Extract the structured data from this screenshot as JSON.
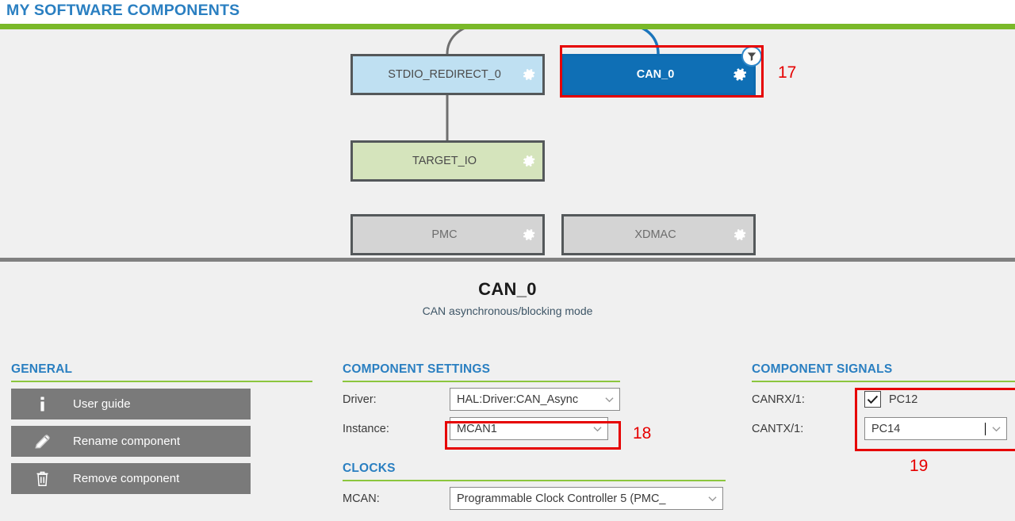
{
  "header": {
    "title": "MY SOFTWARE COMPONENTS",
    "rule_color": "#7ab929",
    "title_color": "#2a7fc1"
  },
  "canvas": {
    "blocks": [
      {
        "id": "stdio",
        "label": "STDIO_REDIRECT_0",
        "icon": "gear-icon",
        "state": "normal",
        "fill": "#bfe0f2"
      },
      {
        "id": "can0",
        "label": "CAN_0",
        "icon": "gear-icon",
        "state": "selected",
        "fill": "#0f6fb5",
        "badge": "filter-icon"
      },
      {
        "id": "target",
        "label": "TARGET_IO",
        "icon": "gear-icon",
        "state": "normal",
        "fill": "#d5e4bc"
      },
      {
        "id": "pmc",
        "label": "PMC",
        "icon": "gear-icon",
        "state": "disabled",
        "fill": "#d4d4d4"
      },
      {
        "id": "xdmac",
        "label": "XDMAC",
        "icon": "gear-icon",
        "state": "disabled",
        "fill": "#d4d4d4"
      }
    ]
  },
  "component": {
    "name": "CAN_0",
    "description": "CAN asynchronous/blocking mode"
  },
  "general": {
    "title": "GENERAL",
    "buttons": [
      {
        "label": "User guide",
        "icon": "info-icon"
      },
      {
        "label": "Rename component",
        "icon": "pencil-icon"
      },
      {
        "label": "Remove component",
        "icon": "trash-icon"
      }
    ]
  },
  "component_settings": {
    "title": "COMPONENT SETTINGS",
    "rows": [
      {
        "label": "Driver:",
        "value": "HAL:Driver:CAN_Async",
        "control": "select"
      },
      {
        "label": "Instance:",
        "value": "MCAN1",
        "control": "select"
      }
    ]
  },
  "clocks": {
    "title": "CLOCKS",
    "rows": [
      {
        "label": "MCAN:",
        "value": "Programmable Clock Controller 5 (PMC_",
        "control": "select"
      }
    ]
  },
  "component_signals": {
    "title": "COMPONENT SIGNALS",
    "rows": [
      {
        "label": "CANRX/1:",
        "value": "PC12",
        "control": "checkbox",
        "checked": true
      },
      {
        "label": "CANTX/1:",
        "value": "PC14",
        "control": "select",
        "focused": true
      }
    ]
  },
  "annotations": [
    {
      "num": "17",
      "target": "can0-block"
    },
    {
      "num": "18",
      "target": "instance-select"
    },
    {
      "num": "19",
      "target": "component-signals-fields"
    }
  ],
  "colors": {
    "accent_blue": "#2a7fc1",
    "accent_green": "#8cc63e",
    "annotation_red": "#e60000",
    "selected_blue": "#0f6fb5"
  }
}
